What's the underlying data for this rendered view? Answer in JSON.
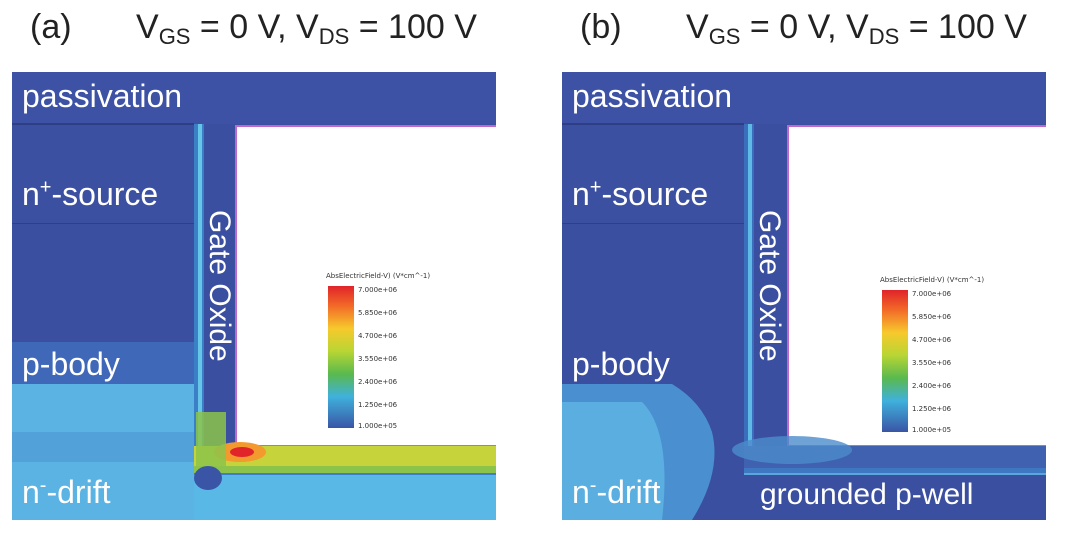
{
  "panels": [
    {
      "label": "(a)",
      "condition": {
        "vgs_sym": "V",
        "vgs_sub": "GS",
        "vgs_val": " = 0 V, ",
        "vds_sym": "V",
        "vds_sub": "DS",
        "vds_val": " = 100 V"
      },
      "regions": {
        "passivation": "passivation",
        "n_source_pre": "n",
        "n_source_sup": "+",
        "n_source_post": "-source",
        "gate_oxide": "Gate Oxide",
        "p_body": "p-body",
        "n_drift_pre": "n",
        "n_drift_sup": "-",
        "n_drift_post": "-drift"
      },
      "legend": {
        "title": "AbsElectricField-V) (V*cm^-1)",
        "ticks": [
          "7.000e+06",
          "5.850e+06",
          "4.700e+06",
          "3.550e+06",
          "2.400e+06",
          "1.250e+06",
          "1.000e+05"
        ]
      }
    },
    {
      "label": "(b)",
      "condition": {
        "vgs_sym": "V",
        "vgs_sub": "GS",
        "vgs_val": " = 0 V, ",
        "vds_sym": "V",
        "vds_sub": "DS",
        "vds_val": " = 100 V"
      },
      "regions": {
        "passivation": "passivation",
        "n_source_pre": "n",
        "n_source_sup": "+",
        "n_source_post": "-source",
        "gate_oxide": "Gate Oxide",
        "p_body": "p-body",
        "n_drift_pre": "n",
        "n_drift_sup": "-",
        "n_drift_post": "-drift",
        "grounded_pwell": "grounded p-well"
      },
      "legend": {
        "title": "AbsElectricField-V) (V*cm^-1)",
        "ticks": [
          "7.000e+06",
          "5.850e+06",
          "4.700e+06",
          "3.550e+06",
          "2.400e+06",
          "1.250e+06",
          "1.000e+05"
        ]
      }
    }
  ],
  "colors": {
    "deep_blue": "#3a4fa0",
    "mid_blue": "#3c62b5",
    "light_blue": "#5bb8e6",
    "cyan": "#48a6d6",
    "yellow": "#d9d73a",
    "green": "#7dbb3c",
    "red": "#e0242a",
    "orange": "#f39a2e",
    "gate_white": "#ffffff",
    "gate_outline": "#c267c8"
  }
}
